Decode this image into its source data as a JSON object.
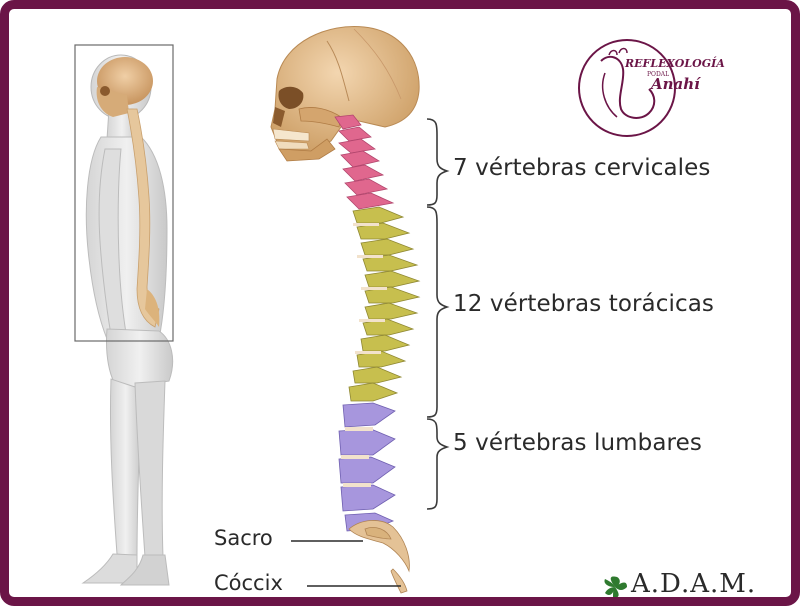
{
  "labels": {
    "cervical": "7 vértebras cervicales",
    "thoracic": "12 vértebras torácicas",
    "lumbar": "5 vértebras lumbares",
    "sacrum": "Sacro",
    "coccyx": "Cóccix"
  },
  "logo": {
    "line1": "REFLEXOLOGÍA",
    "line2": "PODAL",
    "line3": "Anahí"
  },
  "brand": "A.D.A.M.",
  "colors": {
    "frame": "#6b1547",
    "cervical": "#e0678e",
    "thoracic": "#c7bf4e",
    "lumbar": "#a796dd",
    "bone": "#e4c296",
    "text": "#2a2a2a"
  }
}
